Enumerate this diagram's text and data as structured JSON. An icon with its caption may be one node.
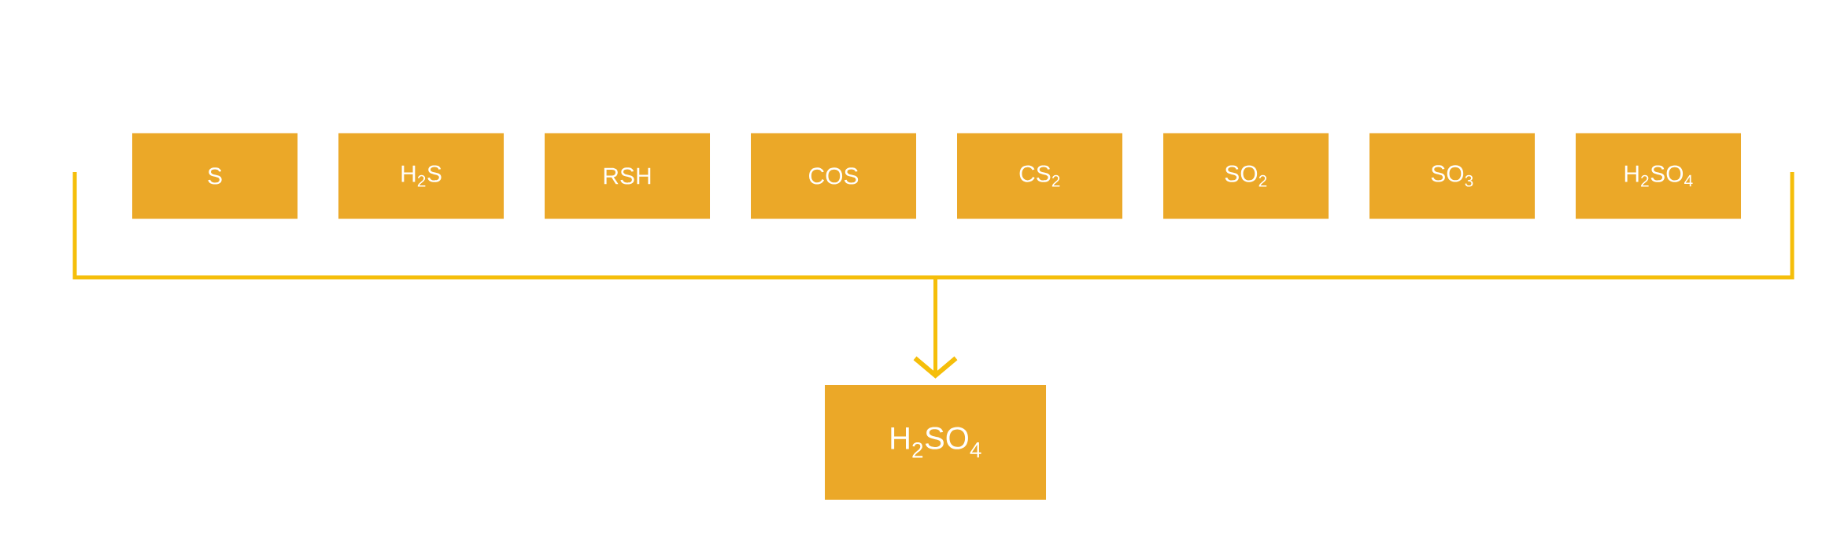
{
  "diagram": {
    "nodes": [
      {
        "text": [
          "S"
        ]
      },
      {
        "text": [
          "H$_{2}$S"
        ]
      },
      {
        "text": [
          "RSH"
        ]
      },
      {
        "text": [
          "COS"
        ]
      },
      {
        "text": [
          "CS$_{2}$"
        ]
      },
      {
        "text": [
          "SO$_{2}$"
        ]
      },
      {
        "text": [
          "SO$_{3}$"
        ]
      },
      {
        "text": [
          "H$_{2}$SO$_{4}$"
        ]
      },
      {
        "text": [
          "H$_{2}$SO$_{4}$"
        ]
      }
    ],
    "edges": [
      {
        "from": null,
        "to": 8,
        "arrow": "to"
      }
    ]
  }
}
